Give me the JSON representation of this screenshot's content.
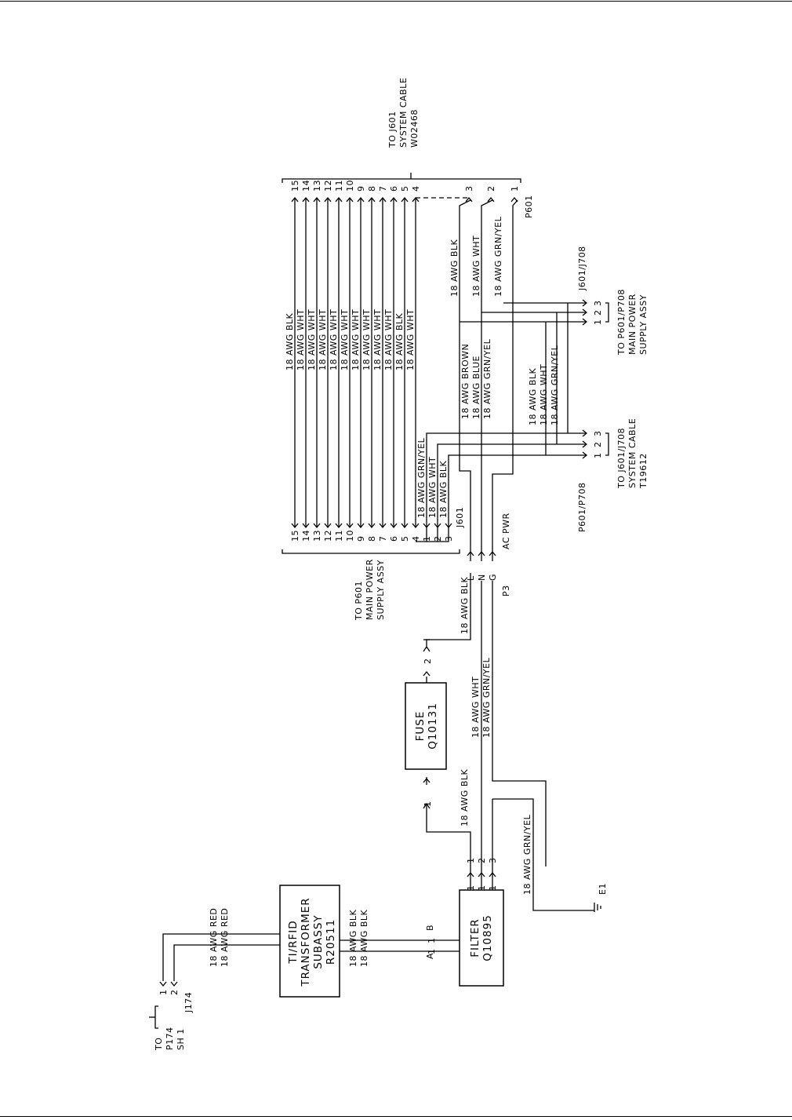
{
  "bus_left": {
    "pins": [
      "15",
      "14",
      "13",
      "12",
      "11",
      "10",
      "9",
      "8",
      "7",
      "6",
      "5",
      "4"
    ],
    "wires": [
      "18 AWG BLK",
      "18 AWG WHT",
      "18 AWG WHT",
      "18 AWG WHT",
      "18 AWG WHT",
      "18 AWG WHT",
      "18 AWG WHT",
      "18 AWG WHT",
      "18 AWG WHT",
      "18 AWG WHT",
      "18 AWG BLK",
      "18 AWG WHT"
    ],
    "extra_pins": [
      "1",
      "2",
      "3"
    ],
    "extra_wires": [
      "18 AWG GRN/YEL",
      "18 AWG WHT",
      "18 AWG BLK"
    ],
    "connector": "J601",
    "dest_lines": [
      "TO P601",
      "MAIN POWER",
      "SUPPLY ASSY"
    ]
  },
  "bus_right": {
    "pins": [
      "15",
      "14",
      "13",
      "12",
      "11",
      "10",
      "9",
      "8",
      "7",
      "6",
      "5",
      "4"
    ],
    "pins_b": [
      "3",
      "2",
      "1"
    ],
    "connector": "P601",
    "dest_lines": [
      "TO J601",
      "SYSTEM CABLE",
      "W02468"
    ]
  },
  "p3": {
    "pins": [
      "L",
      "N",
      "G"
    ],
    "wires": [
      "18 AWG BROWN",
      "18 AWG BLUE",
      "18 AWG GRN/YEL"
    ],
    "label": "AC PWR",
    "connector": "P3"
  },
  "p601_main": {
    "wires": [
      "18 AWG BLK",
      "18 AWG WHT",
      "18 AWG GRN/YEL"
    ],
    "pins": [
      "1",
      "2",
      "3"
    ],
    "connector": "J601/J708",
    "dest_lines": [
      "TO P601/P708",
      "MAIN POWER",
      "SUPPLY ASSY"
    ]
  },
  "p601_sys": {
    "wires": [
      "18 AWG BLK",
      "18 AWG WHT",
      "18 AWG GRN/YEL"
    ],
    "pins": [
      "1",
      "2",
      "3"
    ],
    "connector": "P601/P708",
    "dest_lines": [
      "TO J601/J708",
      "SYSTEM CABLE",
      "T19612"
    ]
  },
  "fuse": {
    "lines": [
      "FUSE",
      "Q10131"
    ],
    "pin_left": "1",
    "pin_right": "2",
    "wire_label": "18 AWG BLK"
  },
  "filter": {
    "lines": [
      "FILTER",
      "Q10895"
    ],
    "right_pins": [
      "1",
      "1",
      "1"
    ],
    "right_pin_tags": [
      "1",
      "2",
      "3"
    ],
    "left_pins": [
      "1",
      "1"
    ],
    "left_pin_tags": [
      "A",
      "B"
    ],
    "wire_white": "18 AWG WHT",
    "wire_grn": "18 AWG GRN/YEL",
    "wire_blk": "18 AWG BLK",
    "wire_ground": "18 AWG GRN/YEL",
    "ground_label": "E1"
  },
  "transformer": {
    "lines": [
      "TI/RFID",
      "TRANSFORMER",
      "SUBASSY",
      "R20511"
    ],
    "wire_blk": "18 AWG BLK",
    "wire_red": "18 AWG RED",
    "pins": [
      "1",
      "2"
    ],
    "connector": "J174",
    "dest_lines": [
      "TO",
      "P174",
      "SH 1"
    ]
  }
}
